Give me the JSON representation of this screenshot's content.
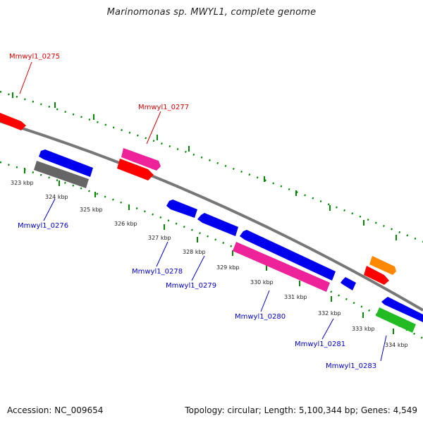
{
  "title": "Marinomonas sp. MWYL1, complete genome",
  "footer": {
    "accession": "Accession: NC_009654",
    "summary": "Topology: circular; Length: 5,100,344 bp; Genes: 4,549"
  },
  "ruler_labels": [
    "323 kbp",
    "324 kbp",
    "325 kbp",
    "326 kbp",
    "327 kbp",
    "328 kbp",
    "329 kbp",
    "330 kbp",
    "331 kbp",
    "332 kbp",
    "333 kbp",
    "334 kbp"
  ],
  "gene_labels": [
    {
      "text": "Mmwyl1_0275",
      "strand": "forward"
    },
    {
      "text": "Mmwyl1_0277",
      "strand": "forward"
    },
    {
      "text": "Mmwyl1_0276",
      "strand": "reverse"
    },
    {
      "text": "Mmwyl1_0278",
      "strand": "reverse"
    },
    {
      "text": "Mmwyl1_0279",
      "strand": "reverse"
    },
    {
      "text": "Mmwyl1_0280",
      "strand": "reverse"
    },
    {
      "text": "Mmwyl1_0281",
      "strand": "reverse"
    },
    {
      "text": "Mmwyl1_0283",
      "strand": "reverse"
    }
  ],
  "colors": {
    "forward_label": "#dd0000",
    "reverse_label": "#0000cc",
    "backbone": "#777777",
    "ticks": "#008800",
    "red": "#ff0000",
    "pink": "#ee2299",
    "blue": "#0000ee",
    "gray": "#666666",
    "orange": "#ff8800",
    "green": "#22bb22"
  }
}
